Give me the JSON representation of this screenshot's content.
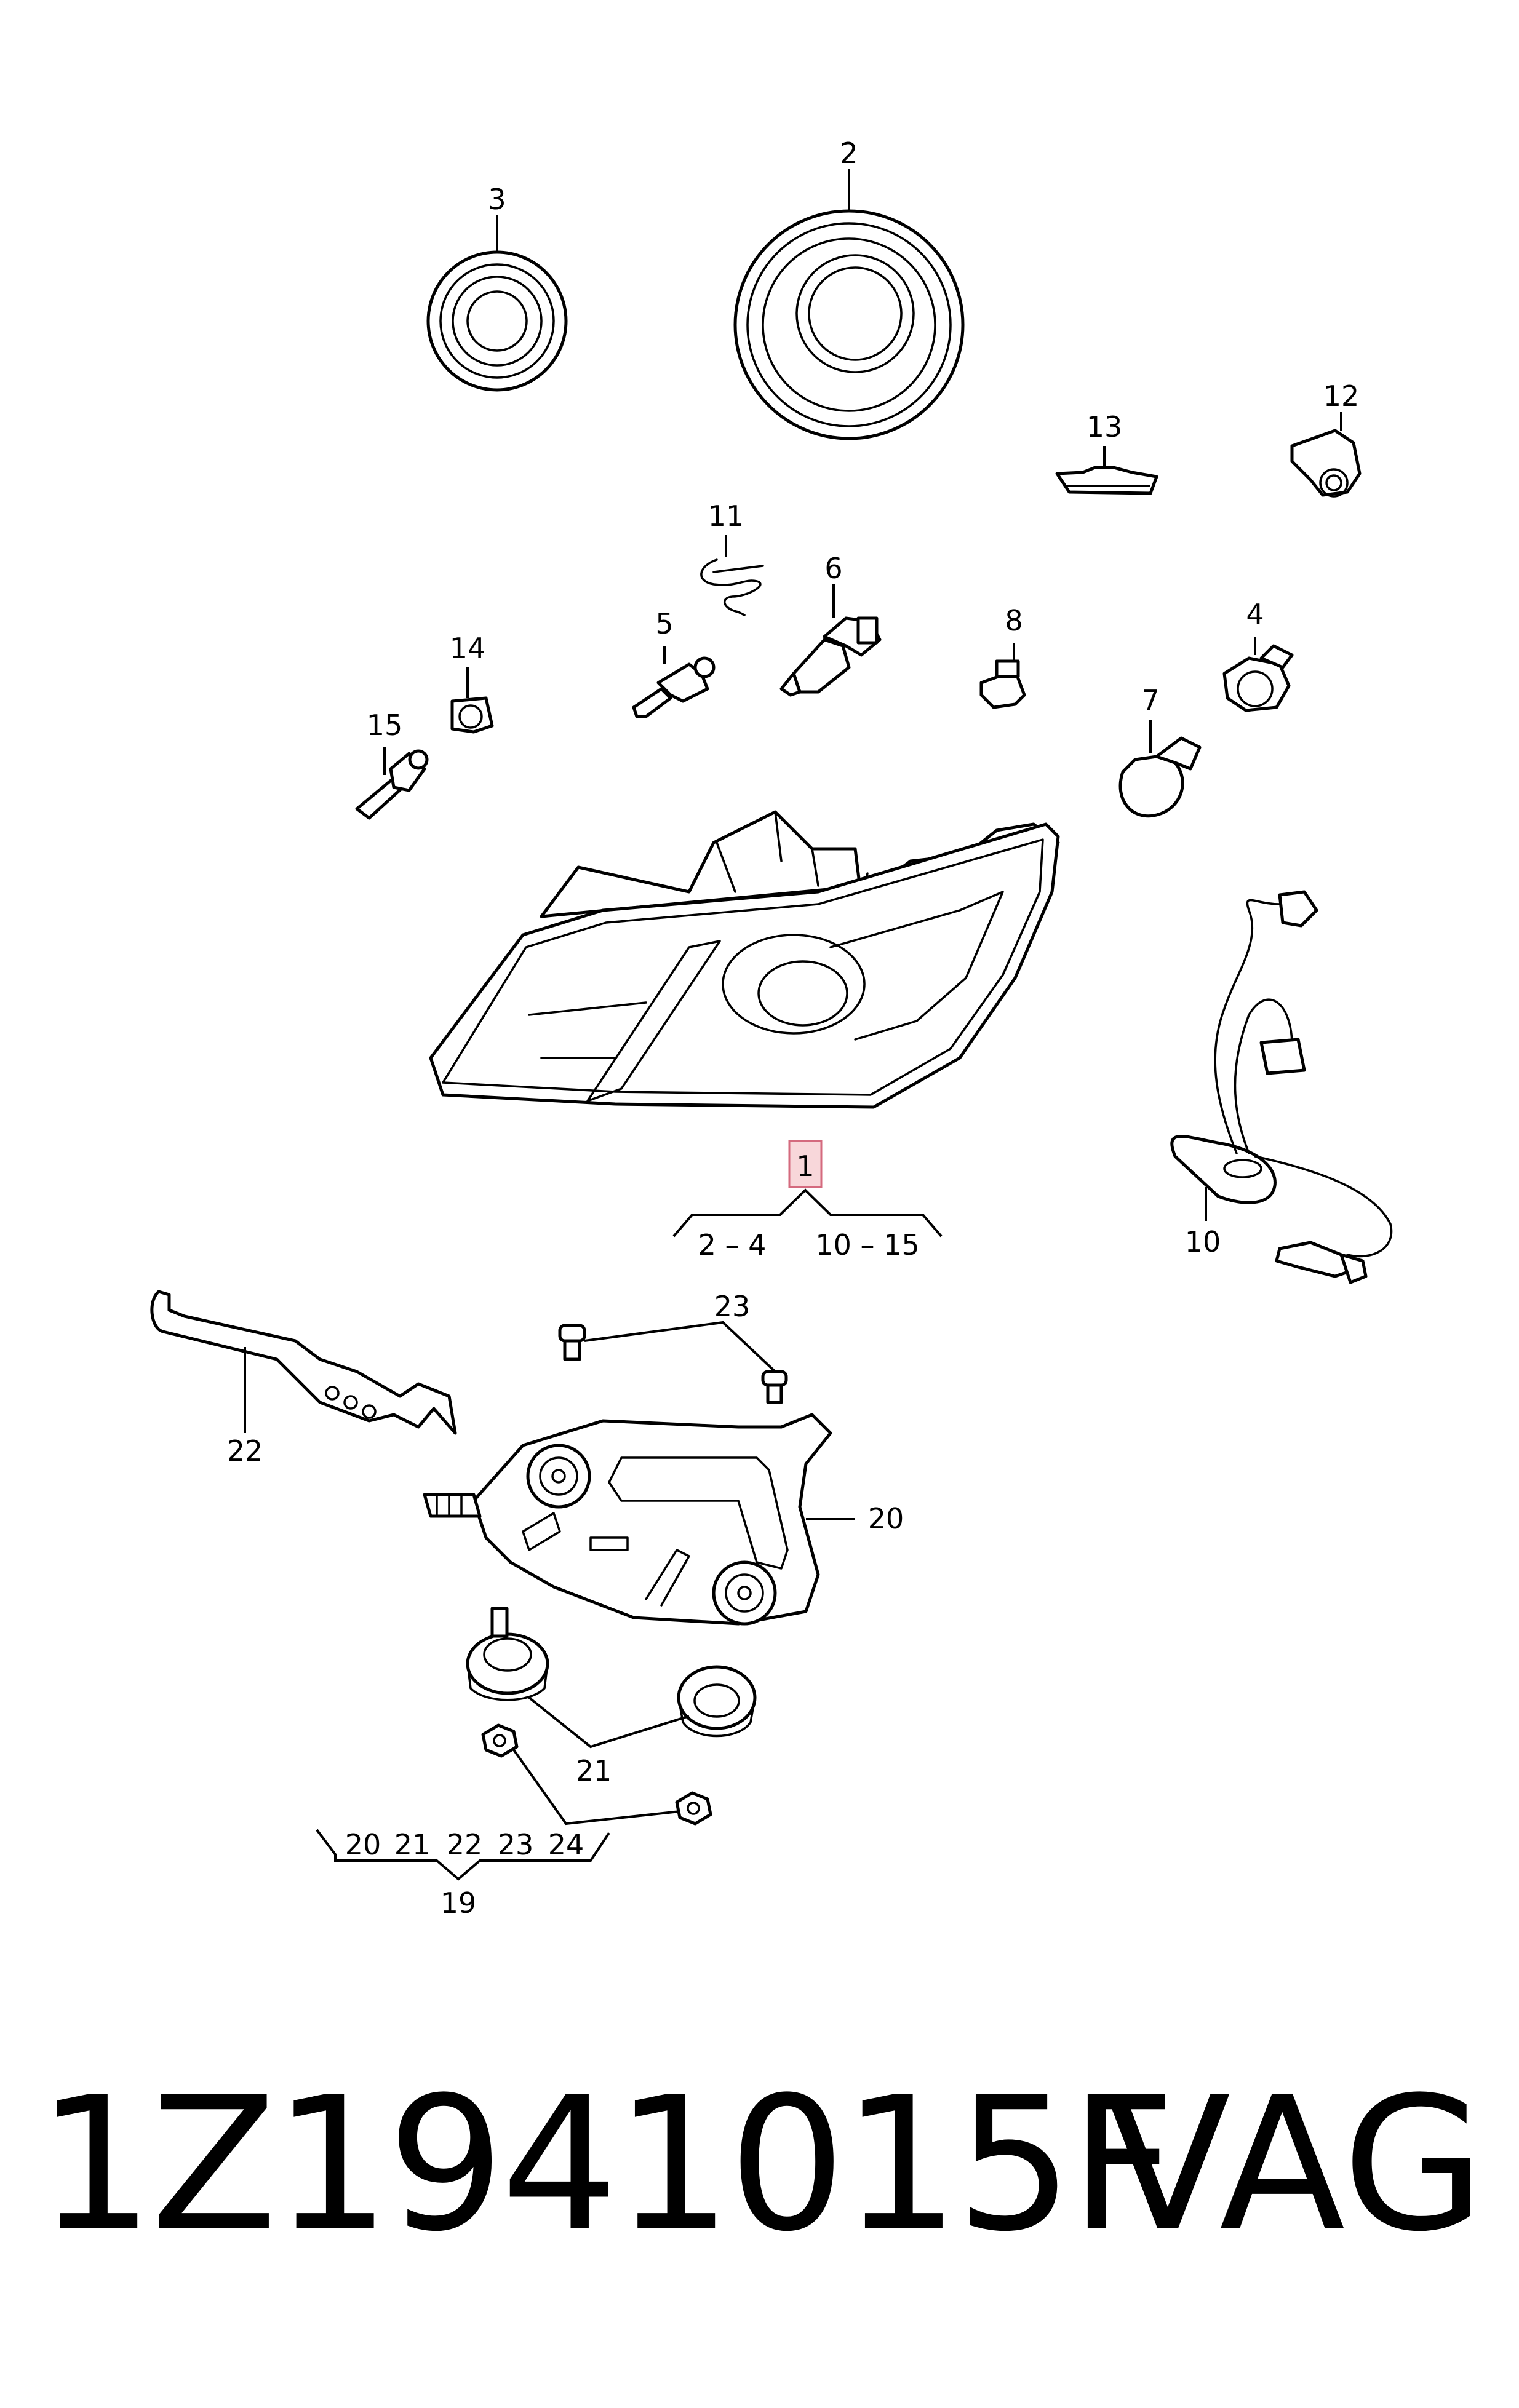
{
  "callouts": {
    "c1": "1",
    "c2": "2",
    "c3": "3",
    "c4": "4",
    "c5": "5",
    "c6": "6",
    "c7": "7",
    "c8": "8",
    "c10": "10",
    "c11": "11",
    "c12": "12",
    "c13": "13",
    "c14": "14",
    "c15": "15",
    "c19": "19",
    "c20": "20",
    "c21": "21",
    "c22": "22",
    "c23": "23"
  },
  "group_1": {
    "range_a": "2 – 4",
    "range_b": "10 – 15"
  },
  "group_19": {
    "items": [
      "20",
      "21",
      "22",
      "23",
      "24"
    ]
  },
  "footer": {
    "part_number": "1Z1941015F",
    "brand": "VAG"
  },
  "colors": {
    "highlight_fill": "#f8d7da",
    "highlight_stroke": "#d46a7e",
    "ink": "#000000"
  }
}
